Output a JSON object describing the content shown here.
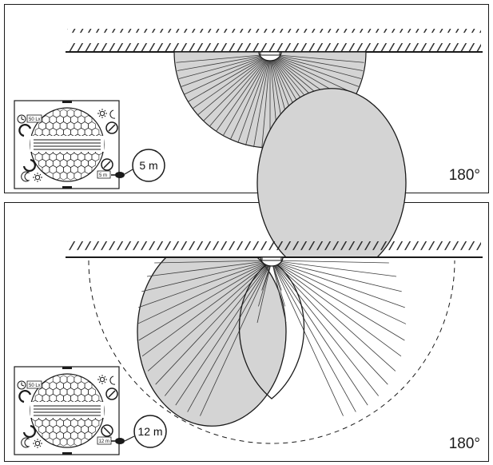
{
  "panels": [
    {
      "range_label": "5 m",
      "angle_label": "180°",
      "dial_label": "5 m",
      "lux_label": "50 Lx"
    },
    {
      "range_label": "12 m",
      "angle_label": "180°",
      "dial_label": "12 m",
      "lux_label": "50 Lx"
    }
  ],
  "colors": {
    "zone_fill": "#d4d4d4",
    "line": "#1a1a1a"
  },
  "icons": [
    "sun-icon",
    "moon-icon",
    "clock-icon",
    "potentiometer-icon",
    "screwdriver-icon",
    "lens-icon"
  ]
}
